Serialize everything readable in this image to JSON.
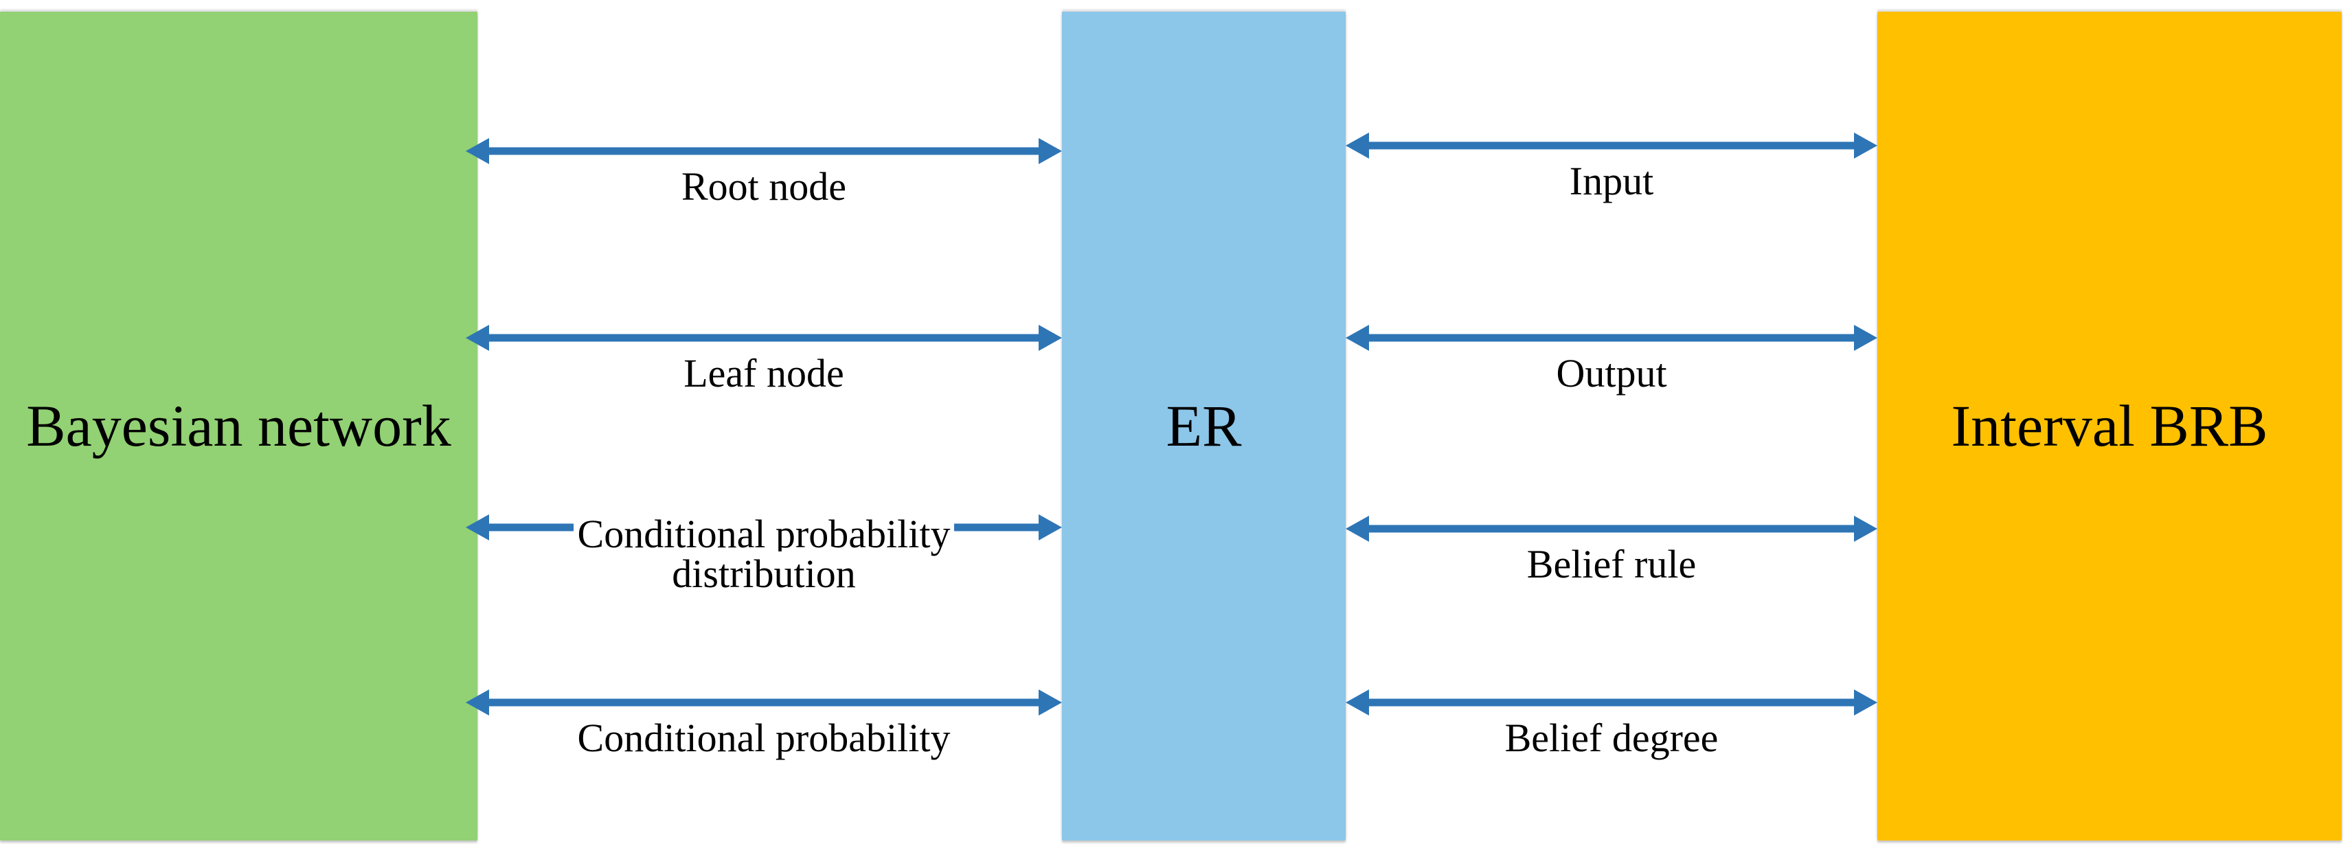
{
  "diagram": {
    "title": "Bayesian network / ER / Interval BRB correspondence",
    "colors": {
      "green_block": "#92D174",
      "blue_block": "#8CC6E9",
      "orange_block": "#FFC000",
      "arrow": "#2E75B6",
      "text": "#000000",
      "background": "#FFFFFF"
    },
    "blocks": [
      {
        "id": "bayesian",
        "label": "Bayesian\nnetwork",
        "color": "#92D174"
      },
      {
        "id": "er",
        "label": "ER",
        "color": "#8CC6E9"
      },
      {
        "id": "brb",
        "label": "Interval BRB",
        "color": "#FFC000"
      }
    ],
    "connectors_left": [
      {
        "id": "root-node",
        "label": "Root node",
        "direction": "both",
        "from": "bayesian",
        "to": "er"
      },
      {
        "id": "leaf-node",
        "label": "Leaf node",
        "direction": "both",
        "from": "bayesian",
        "to": "er"
      },
      {
        "id": "conditional-probability-distribution",
        "label": "Conditional probability\ndistribution",
        "direction": "both",
        "from": "bayesian",
        "to": "er"
      },
      {
        "id": "conditional-probability",
        "label": "Conditional probability",
        "direction": "both",
        "from": "bayesian",
        "to": "er"
      }
    ],
    "connectors_right": [
      {
        "id": "input",
        "label": "Input",
        "direction": "both",
        "from": "er",
        "to": "brb"
      },
      {
        "id": "output",
        "label": "Output",
        "direction": "both",
        "from": "er",
        "to": "brb"
      },
      {
        "id": "belief-rule",
        "label": "Belief rule",
        "direction": "both",
        "from": "er",
        "to": "brb"
      },
      {
        "id": "belief-degree",
        "label": "Belief degree",
        "direction": "both",
        "from": "er",
        "to": "brb"
      }
    ]
  }
}
